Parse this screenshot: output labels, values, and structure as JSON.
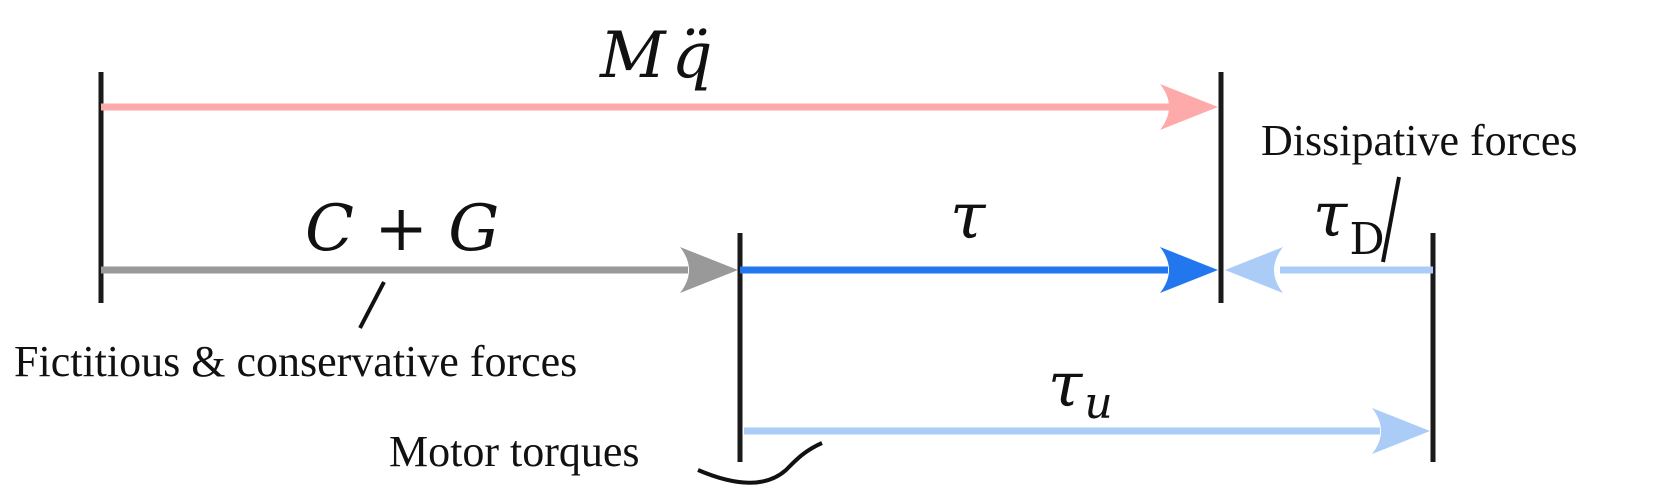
{
  "colors": {
    "mass_arrow": "#ffaaaa",
    "coriolis_gravity_arrow": "#999999",
    "tau_arrow": "#2277ee",
    "light_blue_arrow": "#aaccf7",
    "bar": "#1a1a1a",
    "text": "#111111"
  },
  "terms": {
    "mass_accel_main": "M",
    "mass_accel_accent": "q̈",
    "coriolis_gravity": "C + G",
    "tau": "τ",
    "tau_dissipative_main": "τ",
    "tau_dissipative_sub": "D",
    "tau_motor_main": "τ",
    "tau_motor_sub": "u"
  },
  "labels": {
    "dissipative": "Dissipative forces",
    "fictitious_conservative": "Fictitious & conservative forces",
    "motor": "Motor torques"
  }
}
